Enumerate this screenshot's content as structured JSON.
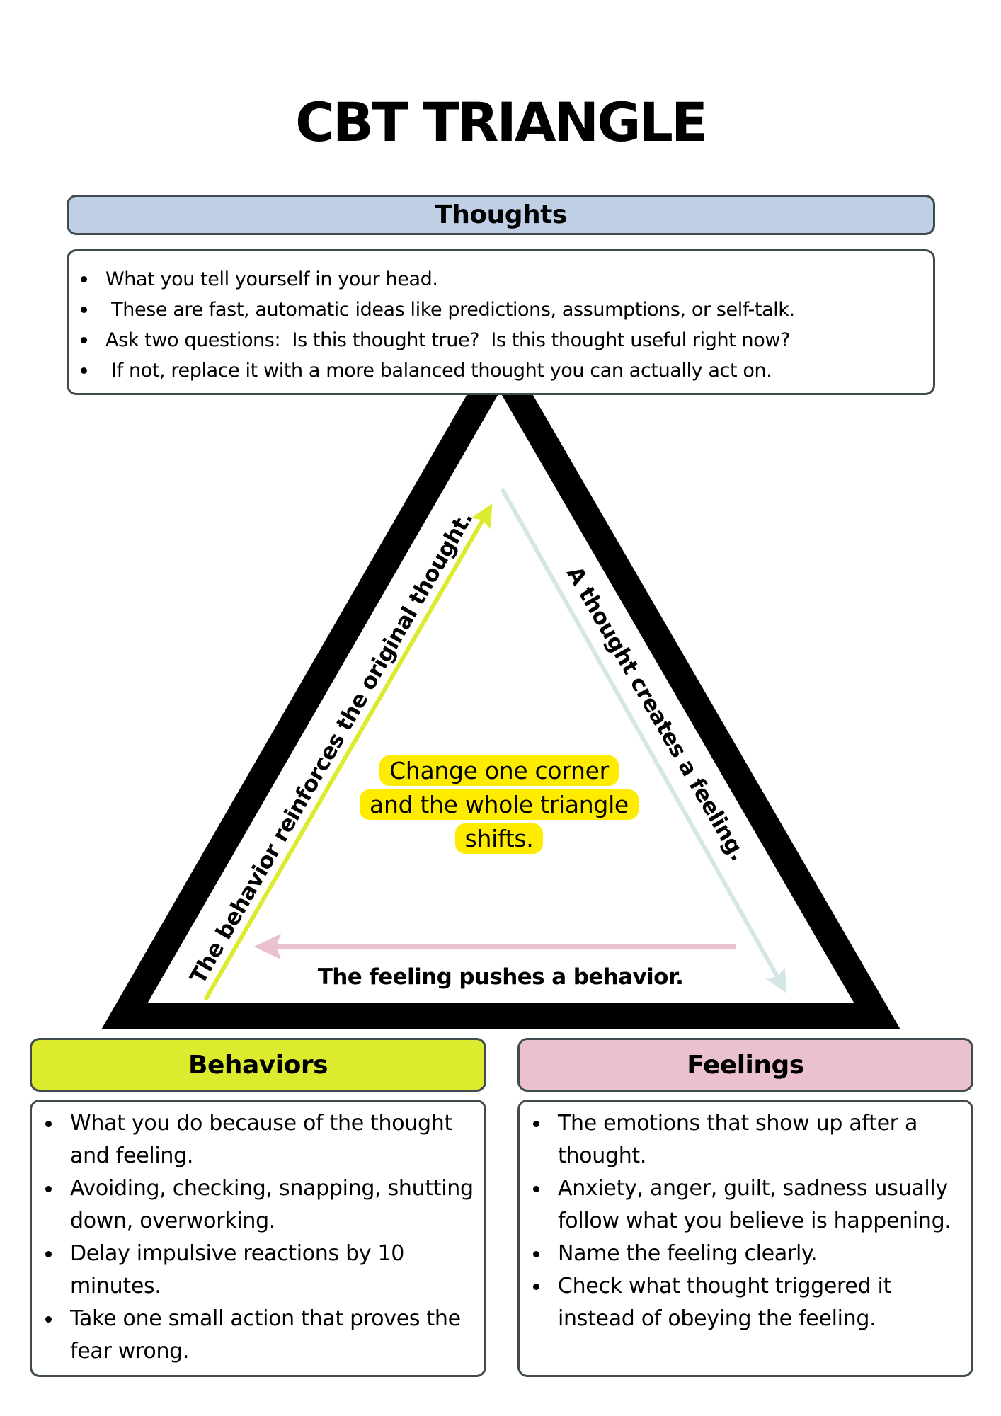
{
  "title": "CBT TRIANGLE",
  "colors": {
    "thoughts_header": "#bfcfe5",
    "behaviors_header": "#dceb2d",
    "feelings_header": "#ebc0cf",
    "callout": "#fdec00",
    "arrow_behavior_to_thought": "#dceb2d",
    "arrow_thought_to_feeling": "#d3e7e6",
    "arrow_feeling_to_behavior": "#ebc0cf",
    "box_border": "#3f4b4e",
    "triangle": "#000000"
  },
  "thoughts": {
    "header": "Thoughts",
    "items": [
      "What you tell yourself in your head.",
      " These are fast, automatic ideas like predictions, assumptions, or self-talk.",
      "Ask two questions:  Is this thought true?  Is this thought useful right now?",
      " If not, replace it with a more balanced thought you can actually act on."
    ]
  },
  "triangle": {
    "left_label": "The behavior reinforces the original thought.",
    "right_label": "A thought creates a feeling.",
    "bottom_label": "The feeling pushes a behavior.",
    "center_callout": [
      "Change one corner",
      "and the whole triangle",
      "shifts."
    ]
  },
  "behaviors": {
    "header": "Behaviors",
    "items": [
      "What you do because of the thought and feeling.",
      "Avoiding, checking, snapping, shutting down, overworking.",
      "Delay impulsive reactions by 10 minutes.",
      " Take one small action that proves the fear wrong."
    ]
  },
  "feelings": {
    "header": "Feelings",
    "items": [
      "The emotions that show up after a thought.",
      "Anxiety, anger, guilt, sadness usually follow what you believe is happening.",
      "Name the feeling clearly.",
      " Check what thought triggered it instead of obeying the feeling."
    ]
  }
}
